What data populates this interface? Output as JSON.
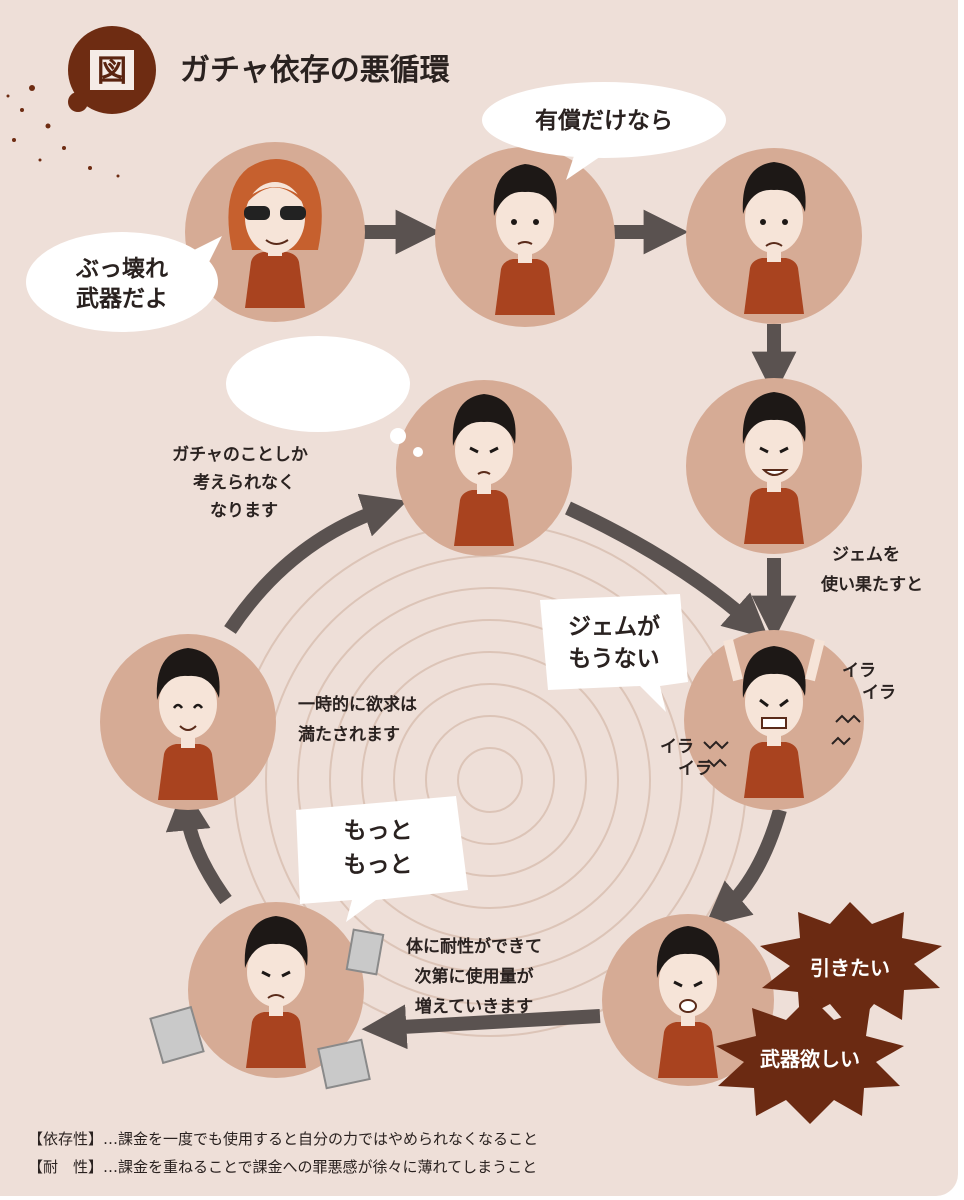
{
  "title": {
    "badge": "図",
    "text": "ガチャ依存の悪循環"
  },
  "speech": {
    "bukkowa": [
      "ぶっ壊れ",
      "武器だよ"
    ],
    "yushou": [
      "有償だけなら"
    ],
    "gem_nai": [
      "ジェムが",
      "もうない"
    ],
    "motto": [
      "もっと",
      "もっと"
    ],
    "thought": []
  },
  "captions": {
    "gacha_only": [
      "ガチャのことしか",
      "考えられなく",
      "なります"
    ],
    "gem_use": [
      "ジェムを",
      "使い果たすと"
    ],
    "ichiji": [
      "一時的に欲求は",
      "満たされます"
    ],
    "taisei": [
      "体に耐性ができて",
      "次第に使用量が",
      "増えていきます"
    ]
  },
  "ira": {
    "right": [
      "イラ",
      "イラ"
    ],
    "left": [
      "イラ",
      "イラ"
    ]
  },
  "bursts": {
    "hikitai": "引きたい",
    "buki_hoshii": "武器欲しい"
  },
  "footnotes": [
    "【依存性】…課金を一度でも使用すると自分の力ではやめられなくなること",
    "【耐　性】…課金を重ねることで課金への罪悪感が徐々に薄れてしまうこと"
  ],
  "colors": {
    "background": "#eedfd8",
    "circle": "#d6ab95",
    "shirt": "#a9431f",
    "arrow": "#5a5250",
    "burst": "#6b2a12",
    "badge": "#6e2c12"
  }
}
